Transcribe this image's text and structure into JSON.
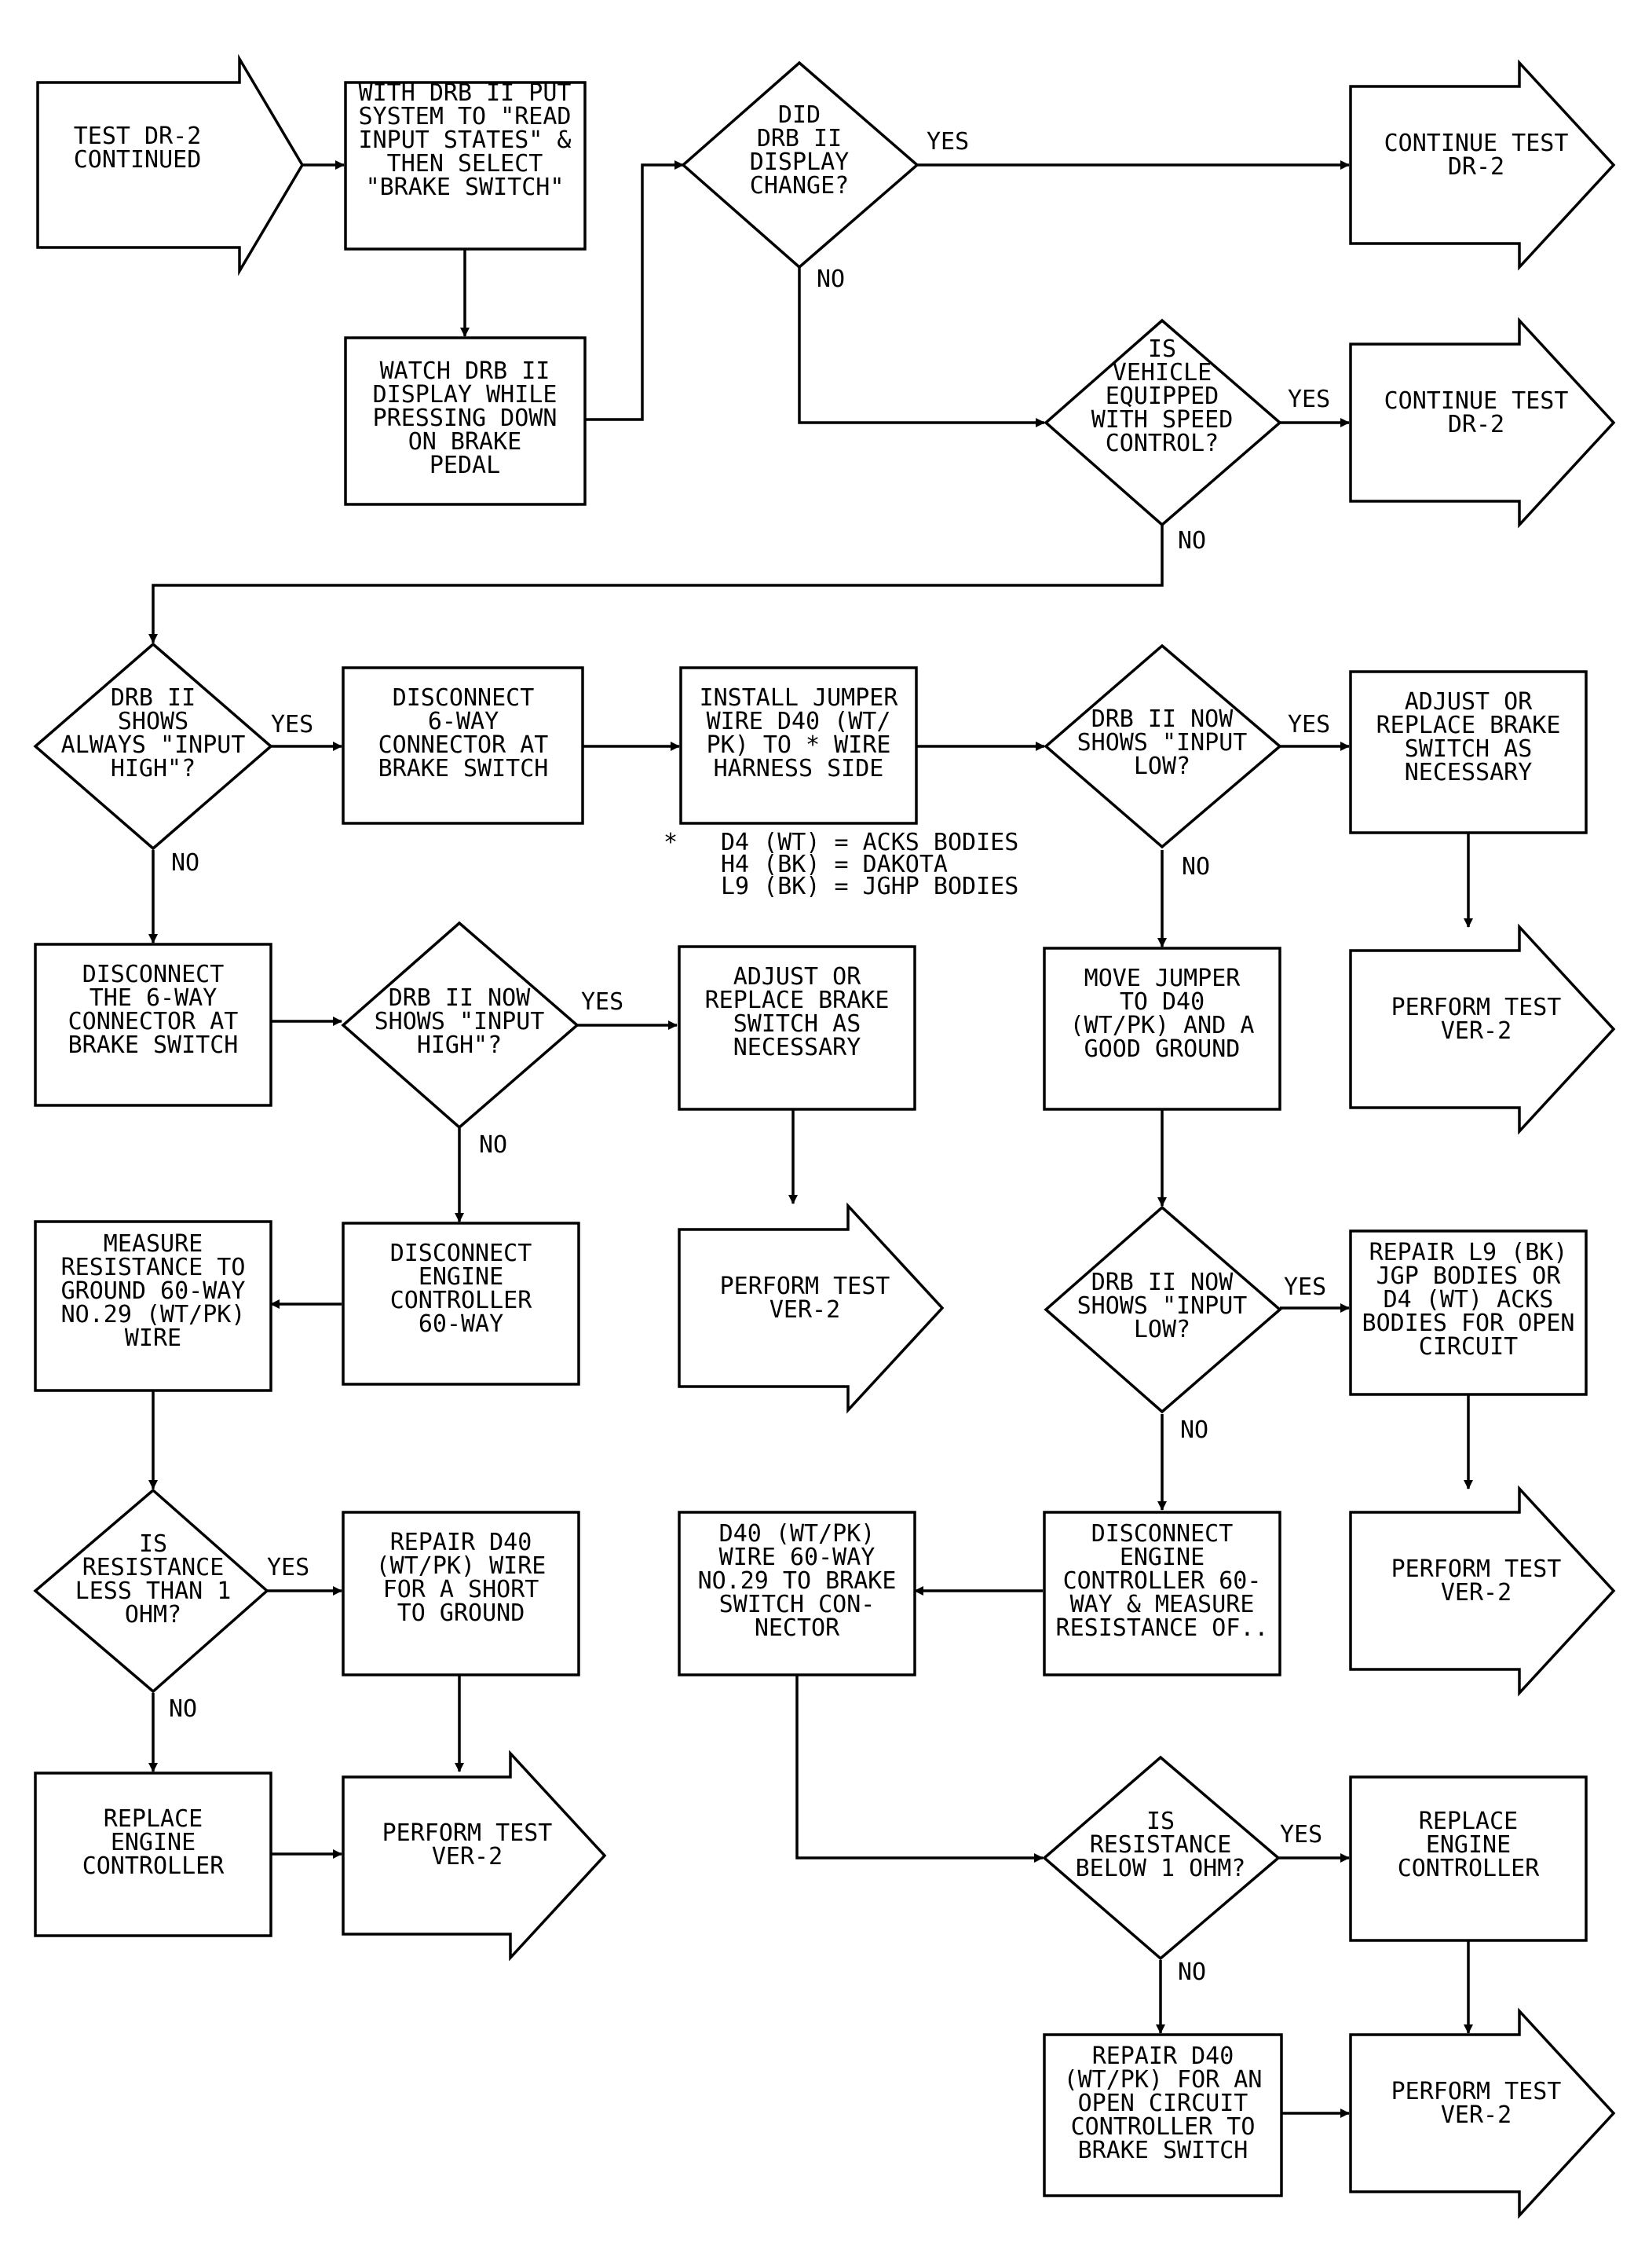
{
  "nodes": {
    "start": {
      "lines": [
        "TEST DR-2",
        "CONTINUED"
      ]
    },
    "read_input": {
      "lines": [
        "WITH DRB II PUT",
        "SYSTEM TO \"READ",
        "INPUT STATES\" &",
        "THEN SELECT",
        "\"BRAKE SWITCH\""
      ]
    },
    "watch": {
      "lines": [
        "WATCH DRB II",
        "DISPLAY WHILE",
        "PRESSING DOWN",
        "ON BRAKE",
        "PEDAL"
      ]
    },
    "q_display": {
      "lines": [
        "DID",
        "DRB II",
        "DISPLAY",
        "CHANGE?"
      ]
    },
    "cont1": {
      "lines": [
        "CONTINUE TEST",
        "DR-2"
      ]
    },
    "q_speed": {
      "lines": [
        "IS",
        "VEHICLE",
        "EQUIPPED",
        "WITH SPEED",
        "CONTROL?"
      ]
    },
    "cont2": {
      "lines": [
        "CONTINUE TEST",
        "DR-2"
      ]
    },
    "q_high": {
      "lines": [
        "DRB II",
        "SHOWS",
        "ALWAYS \"INPUT",
        "HIGH\"?"
      ]
    },
    "disc6": {
      "lines": [
        "DISCONNECT",
        "6-WAY",
        "CONNECTOR AT",
        "BRAKE SWITCH"
      ]
    },
    "jumper": {
      "lines": [
        "INSTALL JUMPER",
        "WIRE D40 (WT/",
        "PK) TO * WIRE",
        "HARNESS SIDE"
      ]
    },
    "q_low1": {
      "lines": [
        "DRB II NOW",
        "SHOWS \"INPUT",
        "LOW?"
      ]
    },
    "adjust1": {
      "lines": [
        "ADJUST OR",
        "REPLACE BRAKE",
        "SWITCH AS",
        "NECESSARY"
      ]
    },
    "perf1": {
      "lines": [
        "PERFORM TEST",
        "VER-2"
      ]
    },
    "disc6b": {
      "lines": [
        "DISCONNECT",
        "THE 6-WAY",
        "CONNECTOR AT",
        "BRAKE SWITCH"
      ]
    },
    "q_high2": {
      "lines": [
        "DRB II NOW",
        "SHOWS \"INPUT",
        "HIGH\"?"
      ]
    },
    "adjust2": {
      "lines": [
        "ADJUST OR",
        "REPLACE BRAKE",
        "SWITCH AS",
        "NECESSARY"
      ]
    },
    "move_jumper": {
      "lines": [
        "MOVE JUMPER",
        "TO D40",
        "(WT/PK) AND A",
        "GOOD GROUND"
      ]
    },
    "measure": {
      "lines": [
        "MEASURE",
        "RESISTANCE TO",
        "GROUND 60-WAY",
        "NO.29 (WT/PK)",
        "WIRE"
      ]
    },
    "disc_ec": {
      "lines": [
        "DISCONNECT",
        "ENGINE",
        "CONTROLLER",
        "60-WAY"
      ]
    },
    "perf2": {
      "lines": [
        "PERFORM TEST",
        "VER-2"
      ]
    },
    "q_low2": {
      "lines": [
        "DRB II NOW",
        "SHOWS \"INPUT",
        "LOW?"
      ]
    },
    "repair_l9": {
      "lines": [
        "REPAIR L9 (BK)",
        "JGP BODIES OR",
        "D4 (WT) ACKS",
        "BODIES FOR OPEN",
        "CIRCUIT"
      ]
    },
    "q_res1": {
      "lines": [
        "IS",
        "RESISTANCE",
        "LESS THAN 1",
        "OHM?"
      ]
    },
    "repair_short": {
      "lines": [
        "REPAIR D40",
        "(WT/PK) WIRE",
        "FOR A SHORT",
        "TO GROUND"
      ]
    },
    "perf3": {
      "lines": [
        "PERFORM TEST",
        "VER-2"
      ]
    },
    "d40_wire": {
      "lines": [
        "D40 (WT/PK)",
        "WIRE 60-WAY",
        "NO.29 TO BRAKE",
        "SWITCH CON-",
        "NECTOR"
      ]
    },
    "disc_ec2": {
      "lines": [
        "DISCONNECT",
        "ENGINE",
        "CONTROLLER 60-",
        "WAY & MEASURE",
        "RESISTANCE OF.."
      ]
    },
    "replace_ec1": {
      "lines": [
        "REPLACE",
        "ENGINE",
        "CONTROLLER"
      ]
    },
    "perf4": {
      "lines": [
        "PERFORM TEST",
        "VER-2"
      ]
    },
    "q_res2": {
      "lines": [
        "IS",
        "RESISTANCE",
        "BELOW 1 OHM?"
      ]
    },
    "replace_ec2": {
      "lines": [
        "REPLACE",
        "ENGINE",
        "CONTROLLER"
      ]
    },
    "repair_open": {
      "lines": [
        "REPAIR D40",
        "(WT/PK) FOR AN",
        "OPEN CIRCUIT",
        "CONTROLLER TO",
        "BRAKE SWITCH"
      ]
    },
    "perf5": {
      "lines": [
        "PERFORM TEST",
        "VER-2"
      ]
    }
  },
  "edge_labels": {
    "q_display_yes": "YES",
    "q_display_no": "NO",
    "q_speed_yes": "YES",
    "q_speed_no": "NO",
    "q_high_yes": "YES",
    "q_high_no": "NO",
    "q_low1_yes": "YES",
    "q_low1_no": "NO",
    "q_high2_yes": "YES",
    "q_high2_no": "NO",
    "q_low2_yes": "YES",
    "q_low2_no": "NO",
    "q_res1_yes": "YES",
    "q_res1_no": "NO",
    "q_res2_yes": "YES",
    "q_res2_no": "NO"
  },
  "footnote": {
    "star": "*",
    "lines": [
      "D4 (WT) = ACKS BODIES",
      "H4 (BK) = DAKOTA",
      "L9 (BK) = JGHP BODIES"
    ]
  }
}
